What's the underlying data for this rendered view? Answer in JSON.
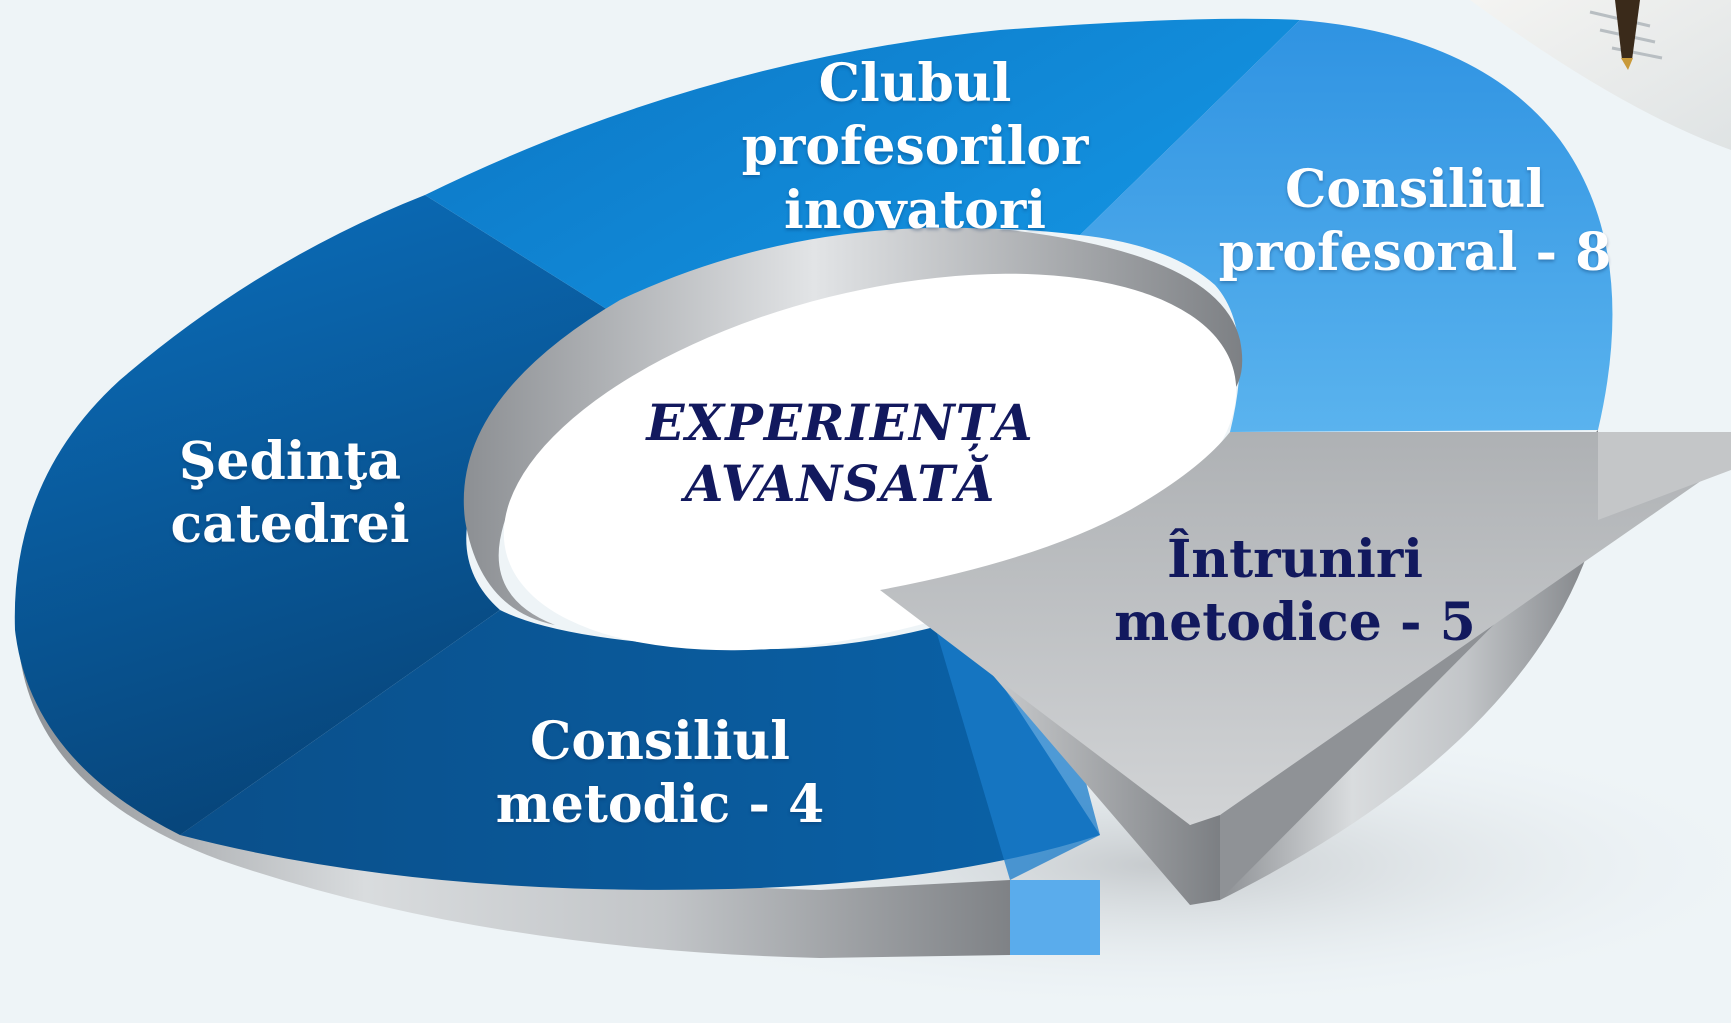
{
  "center": {
    "title": "EXPERIENȚA\nAVANSATĂ"
  },
  "segments": {
    "clubul": "Clubul\nprofesorilor\ninovatori",
    "consiliul_profesoral": "Consiliul\nprofesoral - 8",
    "intruniri": "Întruniri\nmetodice - 5",
    "consiliul_metodic": "Consiliul\nmetodic - 4",
    "sedinta": "Şedinţa\ncatedrei"
  },
  "colors": {
    "dark_blue": "#0a5a9a",
    "mid_blue": "#0d86d6",
    "light_blue": "#4aa8ec",
    "gray": "#b9bcbf",
    "text_dark": "#12195e"
  },
  "icons": {
    "pen": "pen-icon"
  }
}
